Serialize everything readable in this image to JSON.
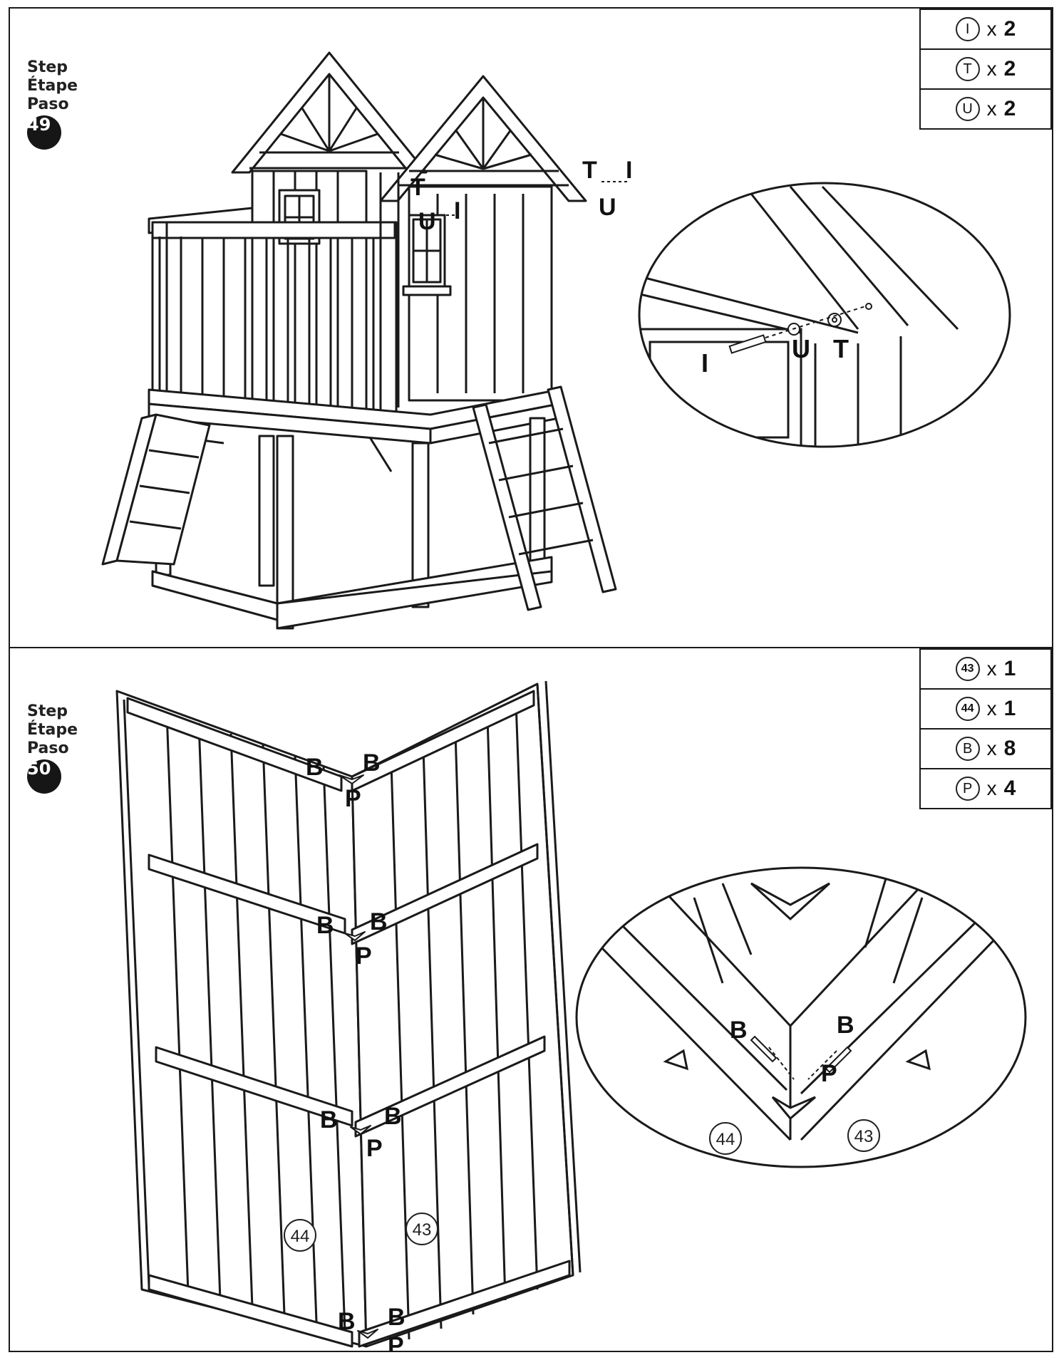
{
  "steps": [
    {
      "label_en": "Step",
      "label_fr": "Étape",
      "label_es": "Paso",
      "number": "49",
      "hardware": [
        {
          "icon": "I",
          "mult": "x",
          "qty": "2"
        },
        {
          "icon": "T",
          "mult": "x",
          "qty": "2"
        },
        {
          "icon": "U",
          "mult": "x",
          "qty": "2"
        }
      ],
      "callouts": {
        "t": "T",
        "i": "I",
        "u": "U"
      }
    },
    {
      "label_en": "Step",
      "label_fr": "Étape",
      "label_es": "Paso",
      "number": "50",
      "hardware": [
        {
          "icon": "43",
          "mult": "x",
          "qty": "1"
        },
        {
          "icon": "44",
          "mult": "x",
          "qty": "1"
        },
        {
          "icon": "B",
          "mult": "x",
          "qty": "8"
        },
        {
          "icon": "P",
          "mult": "x",
          "qty": "4"
        }
      ],
      "callouts": {
        "b": "B",
        "p": "P",
        "part_a": "44",
        "part_b": "43"
      }
    }
  ]
}
